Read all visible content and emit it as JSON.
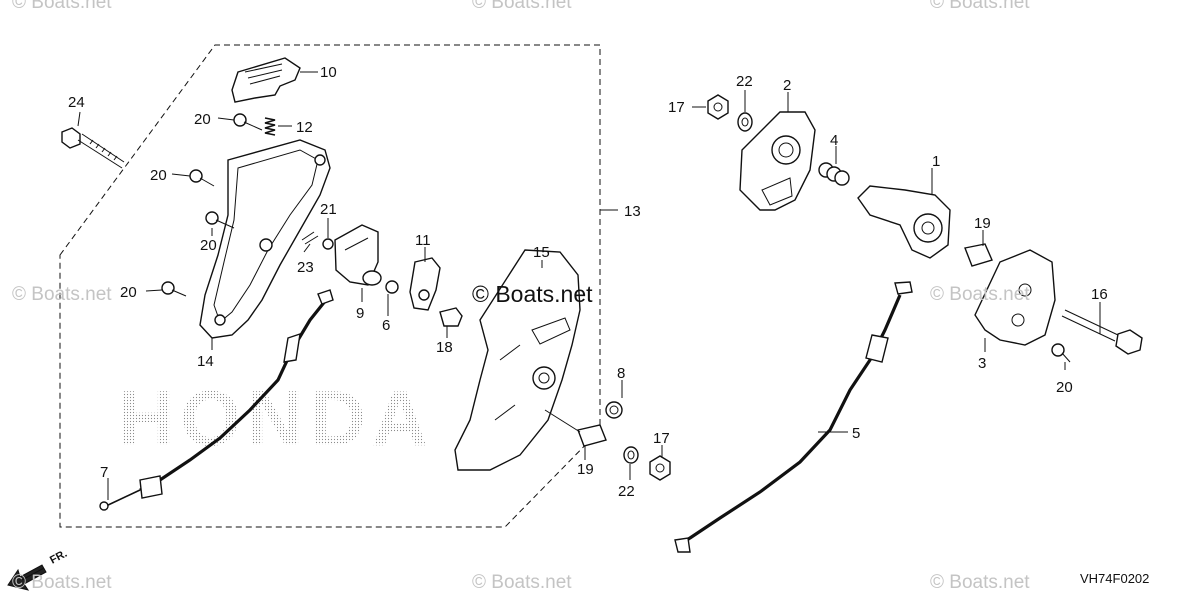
{
  "watermarks": {
    "small": "© Boats.net",
    "center": "© Boats.net",
    "brand": "HONDA"
  },
  "diagram_code": "VH74F0202",
  "direction_label": "FR.",
  "callouts": [
    "1",
    "2",
    "3",
    "4",
    "5",
    "6",
    "7",
    "8",
    "9",
    "10",
    "11",
    "12",
    "13",
    "14",
    "15",
    "16",
    "17",
    "17",
    "18",
    "19",
    "19",
    "20",
    "20",
    "20",
    "20",
    "20",
    "21",
    "22",
    "22",
    "23",
    "24"
  ]
}
